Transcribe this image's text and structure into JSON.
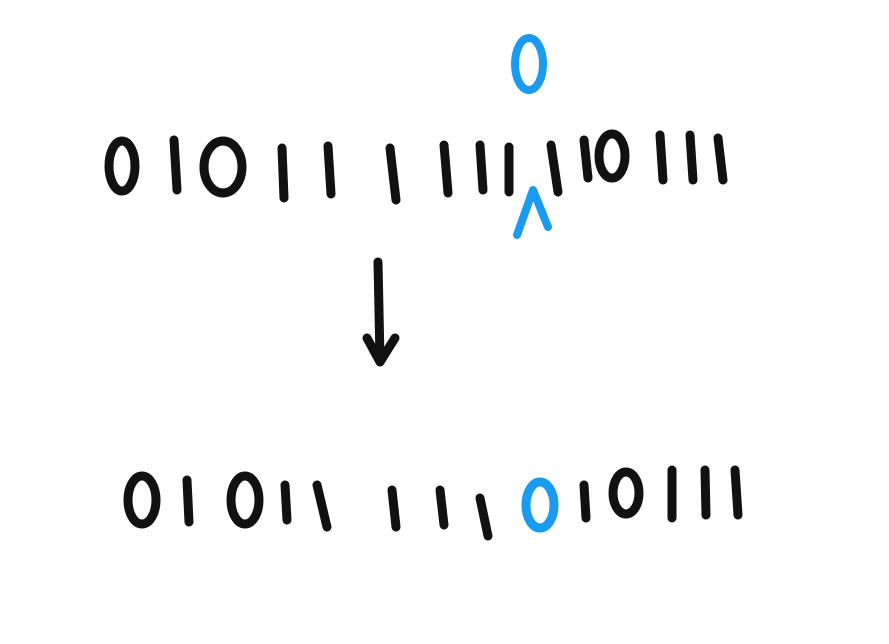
{
  "colors": {
    "ink": "#111111",
    "highlight": "#1a9bf0",
    "background": "#ffffff"
  },
  "top_row": {
    "digits": [
      "0",
      "1",
      "0",
      "1",
      "1",
      "1",
      "1",
      "1",
      "1",
      "1",
      "1",
      "0",
      "1",
      "1",
      "1"
    ]
  },
  "inserted_digit": {
    "value": "0",
    "caret_icon": "caret-up-icon"
  },
  "bottom_row": {
    "digits": [
      "0",
      "1",
      "0",
      "1",
      "1",
      "1",
      "1",
      "1",
      "0",
      "1",
      "0",
      "1",
      "1",
      "1"
    ],
    "highlight_index": 8
  },
  "arrow_icon": "arrow-down-icon"
}
